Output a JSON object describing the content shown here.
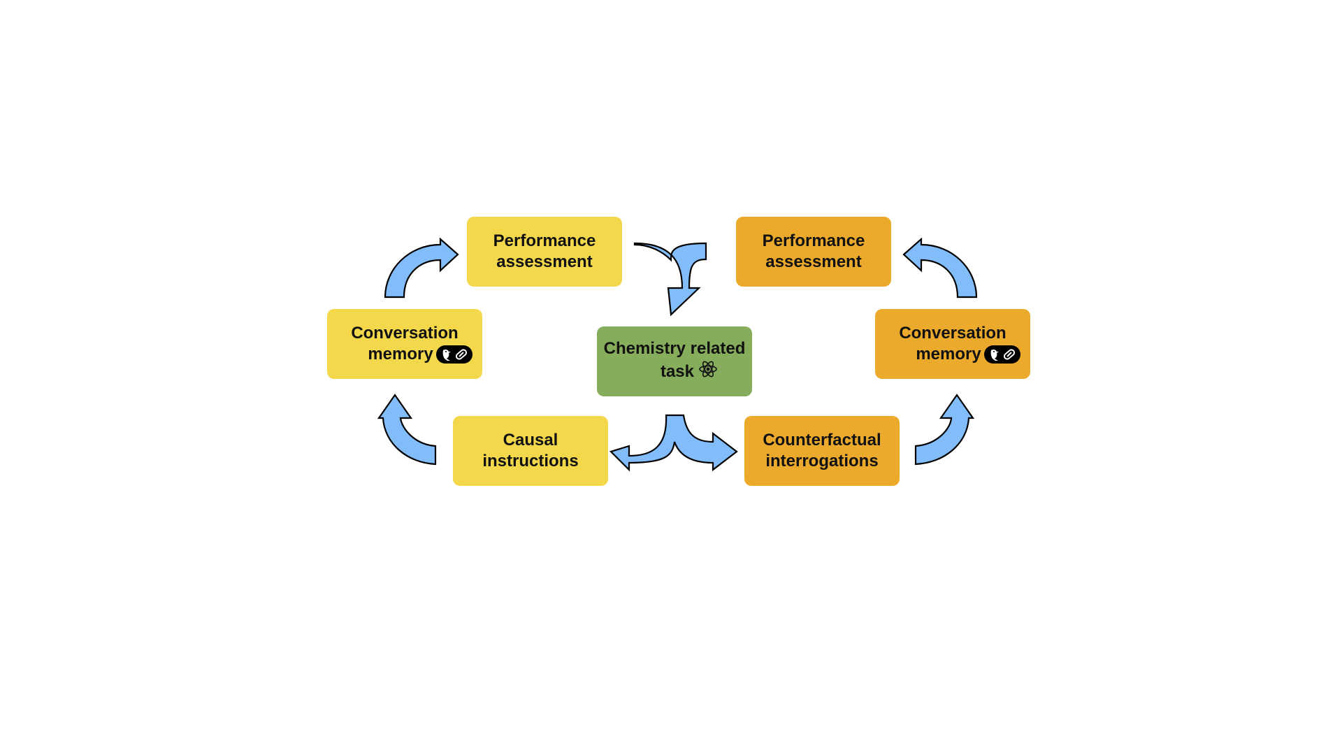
{
  "diagram": {
    "left_cycle": {
      "performance": {
        "line1": "Performance",
        "line2": "assessment"
      },
      "memory": {
        "line1": "Conversation",
        "line2": "memory",
        "badge_icons": [
          "parrot-icon",
          "pill-icon"
        ]
      },
      "instructions": {
        "line1": "Causal",
        "line2": "instructions"
      }
    },
    "right_cycle": {
      "performance": {
        "line1": "Performance",
        "line2": "assessment"
      },
      "memory": {
        "line1": "Conversation",
        "line2": "memory",
        "badge_icons": [
          "parrot-icon",
          "pill-icon"
        ]
      },
      "interrogations": {
        "line1": "Counterfactual",
        "line2": "interrogations"
      }
    },
    "center": {
      "line1": "Chemistry related",
      "line2": "task",
      "icon": "atom-icon"
    },
    "colors": {
      "left_nodes": "#f3d84b",
      "right_nodes": "#ebaa2b",
      "center_node": "#86ad5c",
      "arrows": "#82bdfa"
    }
  }
}
